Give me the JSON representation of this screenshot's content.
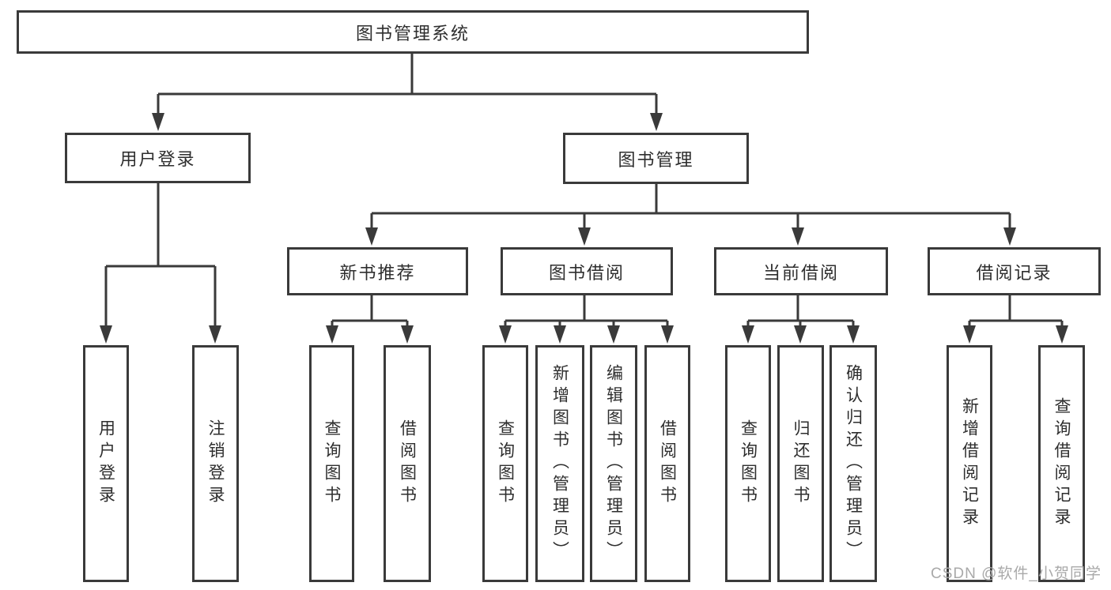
{
  "tree": {
    "label": "图书管理系统",
    "children": [
      {
        "label": "用户登录",
        "children": [
          {
            "label": "用户登录"
          },
          {
            "label": "注销登录"
          }
        ]
      },
      {
        "label": "图书管理",
        "children": [
          {
            "label": "新书推荐",
            "children": [
              {
                "label": "查询图书"
              },
              {
                "label": "借阅图书"
              }
            ]
          },
          {
            "label": "图书借阅",
            "children": [
              {
                "label": "查询图书"
              },
              {
                "label": "新增图书（管理员）"
              },
              {
                "label": "编辑图书（管理员）"
              },
              {
                "label": "借阅图书"
              }
            ]
          },
          {
            "label": "当前借阅",
            "children": [
              {
                "label": "查询图书"
              },
              {
                "label": "归还图书"
              },
              {
                "label": "确认归还（管理员）"
              }
            ]
          },
          {
            "label": "借阅记录",
            "children": [
              {
                "label": "新增借阅记录"
              },
              {
                "label": "查询借阅记录"
              }
            ]
          }
        ]
      }
    ]
  },
  "watermark": "CSDN @软件_小贺同学",
  "colors": {
    "line": "#3a3a3a",
    "text": "#2e2e2e",
    "watermark": "#a9a9a9",
    "background": "#ffffff"
  }
}
